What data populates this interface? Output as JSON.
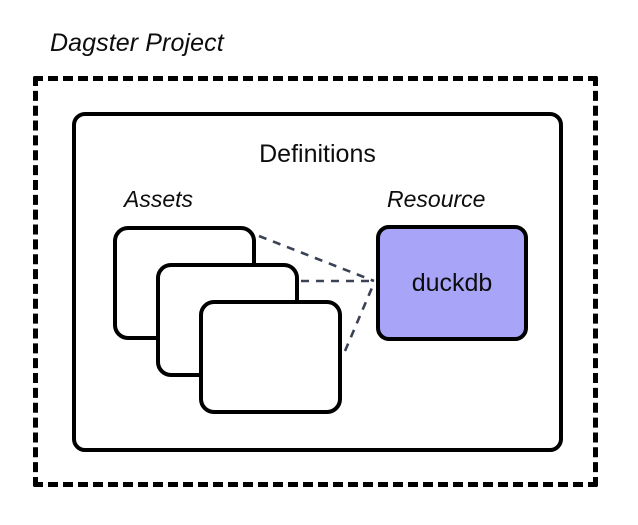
{
  "diagram": {
    "title": "Dagster Project",
    "container": {
      "label": "Definitions"
    },
    "groups": {
      "assets_label": "Assets",
      "resource_label": "Resource"
    },
    "assets": [
      {
        "name": "asset-card-1",
        "label": ""
      },
      {
        "name": "asset-card-2",
        "label": ""
      },
      {
        "name": "asset-card-3",
        "label": ""
      }
    ],
    "resource": {
      "name": "duckdb"
    },
    "colors": {
      "resource_fill": "#a8a4f7",
      "stroke": "#000000",
      "connector": "#3c4255",
      "background": "#ffffff",
      "text": "#0d0d0d"
    },
    "connections": [
      {
        "from": "asset-card-1",
        "to": "duckdb",
        "style": "dashed"
      },
      {
        "from": "asset-card-2",
        "to": "duckdb",
        "style": "dashed"
      },
      {
        "from": "asset-card-3",
        "to": "duckdb",
        "style": "dashed"
      }
    ]
  }
}
